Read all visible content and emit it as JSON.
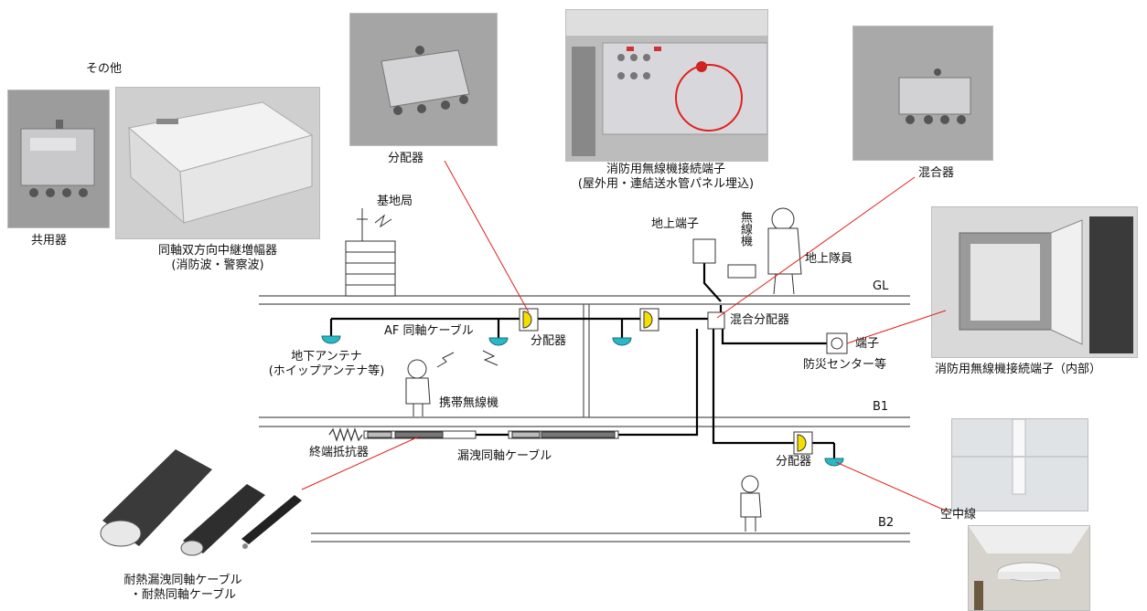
{
  "labels": {
    "other": "その他",
    "diplexer": "共用器",
    "amplifier_line1": "同軸双方向中継増幅器",
    "amplifier_line2": "(消防波・警察波)",
    "splitter_photo": "分配器",
    "terminal_outdoor_line1": "消防用無線機接続端子",
    "terminal_outdoor_line2": "(屋外用・連結送水管パネル埋込)",
    "mixer_photo": "混合器",
    "base_station": "基地局",
    "ground_terminal": "地上端子",
    "radio_vertical": "無線機",
    "ground_crew": "地上隊員",
    "terminal_inner": "消防用無線機接続端子（内部）",
    "af_cable": "AF 同軸ケーブル",
    "splitter_1": "分配器",
    "mix_splitter": "混合分配器",
    "terminal": "端子",
    "disaster_center": "防災センター等",
    "underground_antenna_line1": "地下アンテナ",
    "underground_antenna_line2": "(ホイップアンテナ等)",
    "portable_radio": "携帯無線機",
    "terminator": "終端抵抗器",
    "leaky_cable": "漏洩同軸ケーブル",
    "splitter_2": "分配器",
    "aerial_antenna": "空中線",
    "heat_cable_line1": "耐熱漏洩同軸ケーブル",
    "heat_cable_line2": "・耐熱同軸ケーブル",
    "floor_gl": "GL",
    "floor_b1": "B1",
    "floor_b2": "B2"
  },
  "colors": {
    "callout_line": "#e0201c",
    "splitter_fill": "#f4e000",
    "antenna_fill": "#29b8c8",
    "floor_line": "#555555"
  }
}
